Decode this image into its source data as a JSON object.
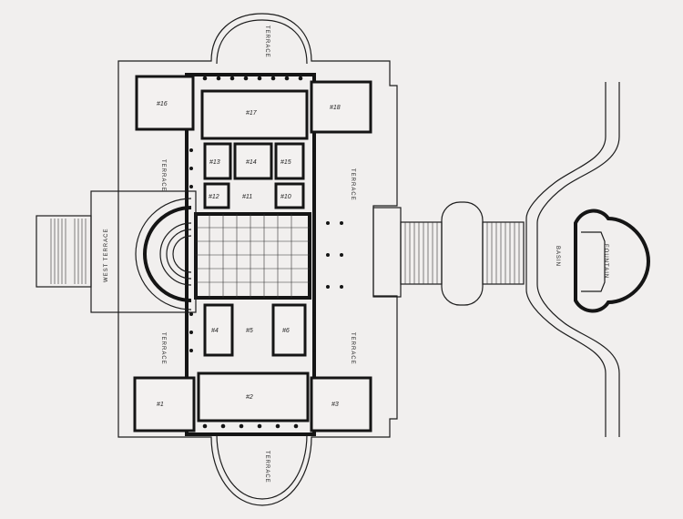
{
  "plan": {
    "labels": {
      "west_terrace": "WEST TERRACE",
      "terrace": "TERRACE",
      "fountain": "FOUNTAIN",
      "basin": "BASIN"
    },
    "rooms": [
      "#16",
      "#17",
      "#18",
      "#13",
      "#14",
      "#15",
      "#12",
      "#11",
      "#10",
      "#4",
      "#5",
      "#6",
      "#1",
      "#2",
      "#3"
    ],
    "colors": {
      "ink": "#151515",
      "paper": "#f1efee"
    }
  }
}
